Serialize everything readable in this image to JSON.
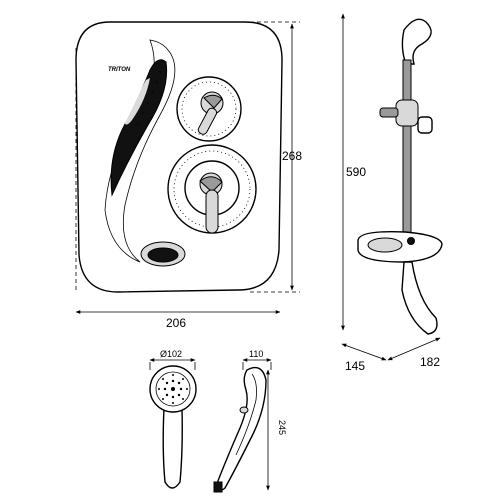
{
  "brand": {
    "logo_text": "TRITON"
  },
  "dimensions": {
    "unit_width": "206",
    "unit_height": "268",
    "riser_height": "590",
    "riser_depth_a": "145",
    "riser_depth_b": "182",
    "handset_diameter": "Ø102",
    "handset_depth": "110",
    "handset_length": "245"
  }
}
